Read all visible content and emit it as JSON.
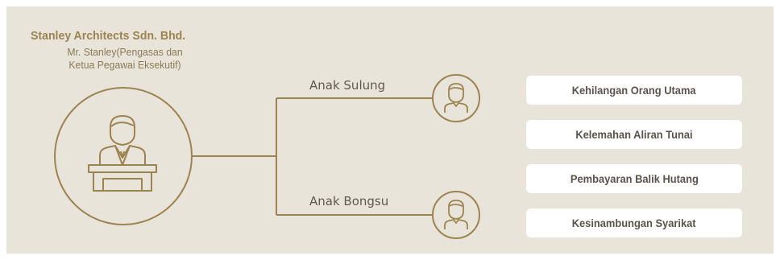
{
  "company": {
    "name": "Stanley Architects Sdn. Bhd.",
    "founder_line1": "Mr. Stanley(Pengasas dan",
    "founder_line2": "Ketua Pegawai Eksekutif)"
  },
  "branches": [
    {
      "label": "Anak Sulung"
    },
    {
      "label": "Anak Bongsu"
    }
  ],
  "risks": [
    {
      "label": "Kehilangan Orang Utama"
    },
    {
      "label": "Kelemahan Aliran Tunai"
    },
    {
      "label": "Pembayaran Balik Hutang"
    },
    {
      "label": "Kesinambungan Syarikat"
    }
  ],
  "colors": {
    "panel": "#e8e4da",
    "accent": "#9c8451",
    "card": "#ffffff"
  },
  "icons": {
    "founder": "executive-at-desk-icon",
    "child": "person-icon"
  }
}
